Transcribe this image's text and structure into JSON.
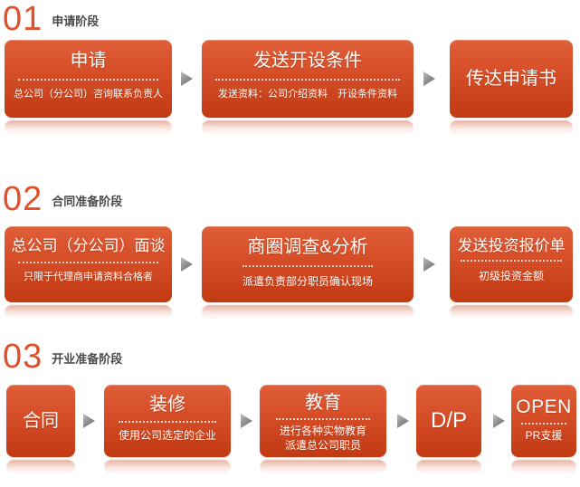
{
  "diagram": {
    "colors": {
      "accent_number": "#e0512b",
      "stage_label": "#4a4a4a",
      "box_gradient_top": "#df5e38",
      "box_gradient_bottom": "#c23a13",
      "box_text": "#ffffff",
      "arrow_gray": "#8a8a8a",
      "background": "#ffffff"
    },
    "icons": {
      "step_arrow": "right-triangle"
    },
    "stages": [
      {
        "number": "01",
        "label": "申请阶段",
        "steps": [
          {
            "title": "申请",
            "subtitle": "总公司（分公司）咨询联系负责人"
          },
          {
            "title": "发送开设条件",
            "subtitle": "发送资料：公司介绍资料　开设条件资料"
          },
          {
            "title": "传达申请书"
          }
        ]
      },
      {
        "number": "02",
        "label": "合同准备阶段",
        "steps": [
          {
            "title": "总公司（分公司）面谈",
            "subtitle": "只限于代理商申请资料合格者"
          },
          {
            "title": "商圈调查&分析",
            "subtitle": "派遣负责部分职员确认现场"
          },
          {
            "title": "发送投资报价单",
            "subtitle": "初级投资金额"
          }
        ]
      },
      {
        "number": "03",
        "label": "开业准备阶段",
        "steps": [
          {
            "title": "合同"
          },
          {
            "title": "装修",
            "subtitle": "使用公司选定的企业"
          },
          {
            "title": "教育",
            "subtitle": "进行各种实物教育",
            "subtitle2": "派遣总公司职员"
          },
          {
            "title": "D/P"
          },
          {
            "title": "OPEN",
            "subtitle": "PR支援"
          }
        ]
      }
    ]
  }
}
